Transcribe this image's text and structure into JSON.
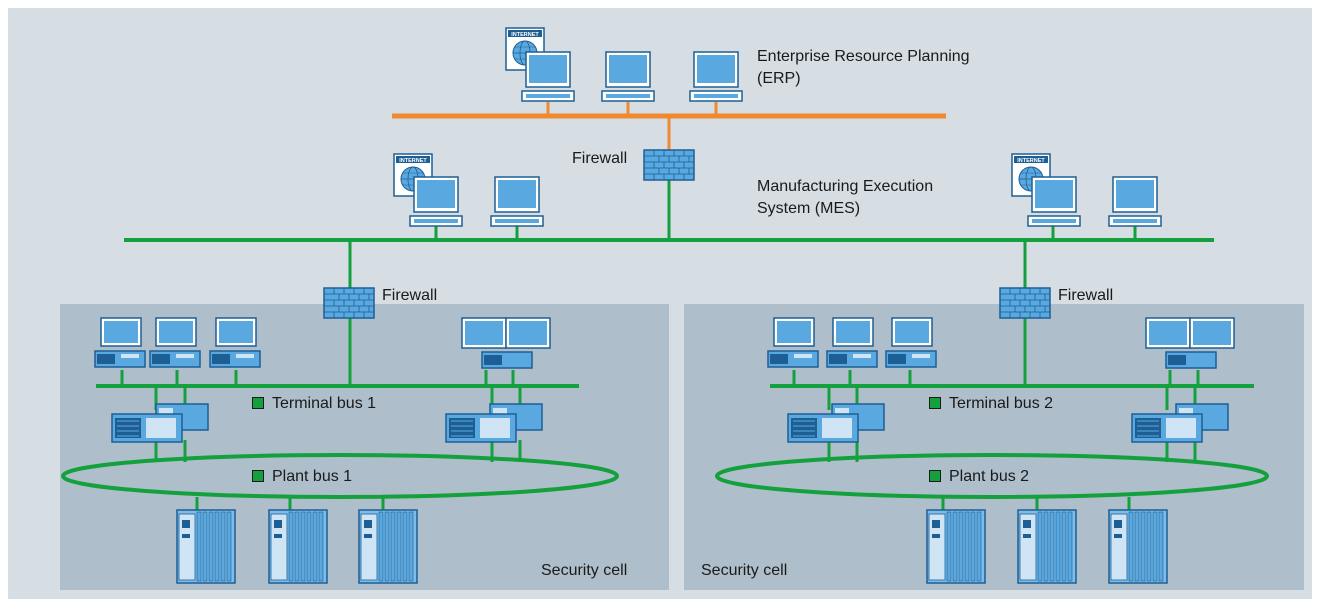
{
  "colors": {
    "background": "#d6dde3",
    "security_cell": "#aebfcb",
    "erp_network": "#f08a30",
    "mes_network": "#14a03c",
    "device_blue": "#5aa8e0",
    "device_dark": "#1d5f94"
  },
  "labels": {
    "erp": "Enterprise Resource Planning (ERP)",
    "mes": "Manufacturing Execution System (MES)",
    "firewall_top": "Firewall",
    "firewall_left": "Firewall",
    "firewall_right": "Firewall",
    "terminal_bus_1": "Terminal bus 1",
    "terminal_bus_2": "Terminal bus 2",
    "plant_bus_1": "Plant bus 1",
    "plant_bus_2": "Plant bus 2",
    "security_cell_left": "Security cell",
    "security_cell_right": "Security cell"
  },
  "icons": {
    "internet_badge": "INTERNET",
    "pc": "desktop-computer-icon",
    "firewall": "firewall-brick-icon",
    "server": "server-rack-icon",
    "controller": "automation-controller-icon",
    "bus_marker": "green-square-icon"
  }
}
